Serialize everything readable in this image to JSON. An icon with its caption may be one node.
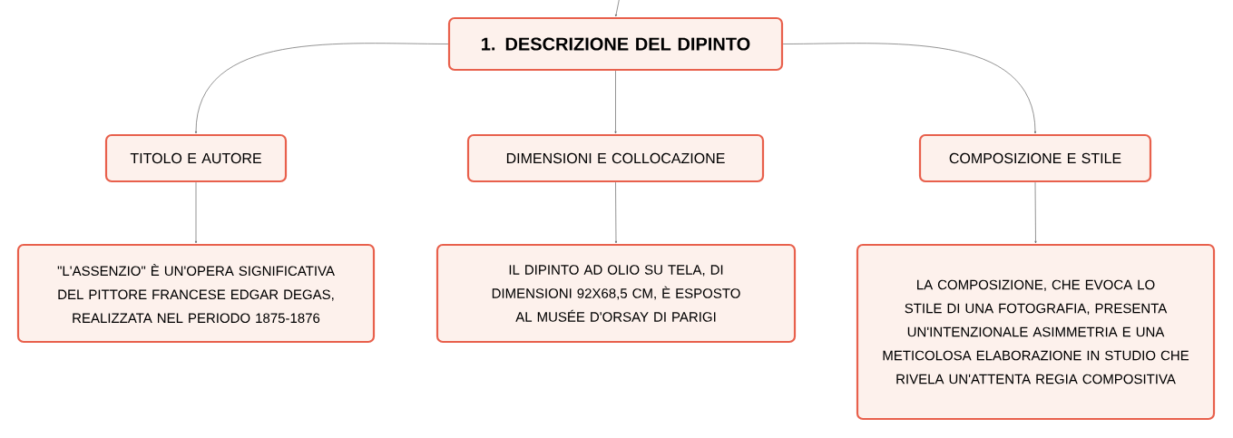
{
  "diagram": {
    "nodes": [
      {
        "text": [
          "1. DESCRIZIONE DEL DIPINTO"
        ]
      },
      {
        "text": [
          "TITOLO E AUTORE"
        ]
      },
      {
        "text": [
          "DIMENSIONI E COLLOCAZIONE"
        ]
      },
      {
        "text": [
          "COMPOSIZIONE E STILE"
        ]
      },
      {
        "text": [
          "\"L'ASSENZIO\" È UN'OPERA SIGNIFICATIVA DEL PITTORE FRANCESE EDGAR DEGAS, REALIZZATA NEL PERIODO 1875-1876"
        ]
      },
      {
        "text": [
          "IL DIPINTO AD OLIO SU TELA, DI DIMENSIONI 92X68,5 CM, È ESPOSTO AL MUSÉE D'ORSAY DI PARIGI"
        ]
      },
      {
        "text": [
          "LA COMPOSIZIONE, CHE EVOCA LO STILE DI UNA FOTOGRAFIA, PRESENTA UN'INTENZIONALE ASIMMETRIA E UNA METICOLOSA ELABORAZIONE IN STUDIO CHE RIVELA UN'ATTENTA REGIA COMPOSITIVA"
        ]
      }
    ],
    "edges": [
      {
        "from": null,
        "to": 0,
        "arrow": "to"
      },
      {
        "from": 0,
        "to": 1,
        "arrow": "to"
      },
      {
        "from": 0,
        "to": 2,
        "arrow": "to"
      },
      {
        "from": 0,
        "to": 3,
        "arrow": "to"
      },
      {
        "from": 1,
        "to": 4,
        "arrow": "to"
      },
      {
        "from": 2,
        "to": 5,
        "arrow": "to"
      },
      {
        "from": 3,
        "to": 6,
        "arrow": "to"
      }
    ]
  }
}
